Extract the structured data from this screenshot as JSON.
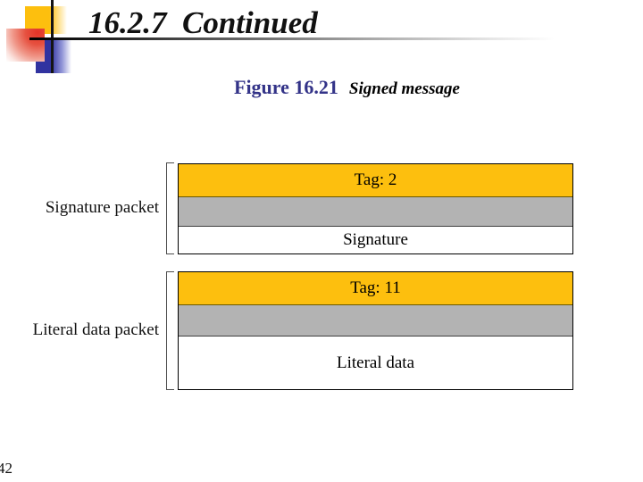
{
  "slide": {
    "title": "16.2.7  Continued",
    "page_number": "42"
  },
  "caption": {
    "label": "Figure 16.21",
    "title": "Signed message"
  },
  "colors": {
    "tag_orange": "#FDBF0E",
    "body_gray": "#B3B3B3",
    "row_white": "#FFFFFF",
    "caption_blue": "#333388",
    "deco_yellow": "#FDBF0E",
    "deco_blue": "#3133A0",
    "deco_red": "#E23427"
  },
  "packets": [
    {
      "label": "Signature packet",
      "rows": [
        {
          "text": "Tag: 2"
        },
        {
          "text": ""
        },
        {
          "text": "Signature"
        }
      ]
    },
    {
      "label": "Literal data packet",
      "rows": [
        {
          "text": "Tag: 11"
        },
        {
          "text": ""
        },
        {
          "text": "Literal data"
        }
      ]
    }
  ]
}
